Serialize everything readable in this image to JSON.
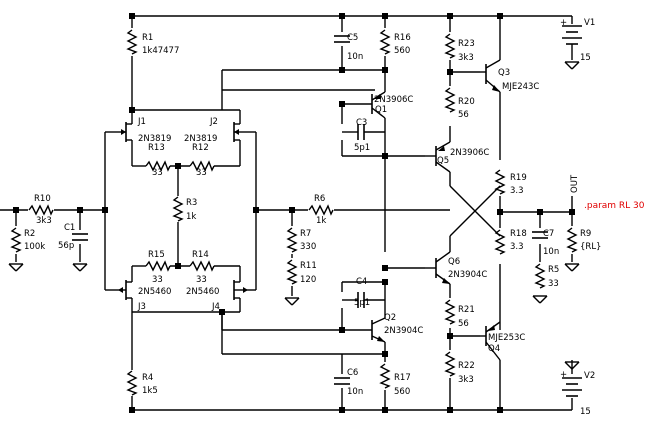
{
  "components": {
    "R1": {
      "ref": "R1",
      "value": "1k47477"
    },
    "R2": {
      "ref": "R2",
      "value": "100k"
    },
    "R3": {
      "ref": "R3",
      "value": "1k"
    },
    "R4": {
      "ref": "R4",
      "value": "1k5"
    },
    "R5": {
      "ref": "R5",
      "value": "33"
    },
    "R6": {
      "ref": "R6",
      "value": "1k"
    },
    "R7": {
      "ref": "R7",
      "value": "330"
    },
    "R9": {
      "ref": "R9",
      "value": "{RL}"
    },
    "R10": {
      "ref": "R10",
      "value": "3k3"
    },
    "R11": {
      "ref": "R11",
      "value": "120"
    },
    "R12": {
      "ref": "R12",
      "value": "33"
    },
    "R13": {
      "ref": "R13",
      "value": "33"
    },
    "R14": {
      "ref": "R14",
      "value": "33"
    },
    "R15": {
      "ref": "R15",
      "value": "33"
    },
    "R16": {
      "ref": "R16",
      "value": "560"
    },
    "R17": {
      "ref": "R17",
      "value": "560"
    },
    "R18": {
      "ref": "R18",
      "value": "3.3"
    },
    "R19": {
      "ref": "R19",
      "value": "3.3"
    },
    "R20": {
      "ref": "R20",
      "value": "56"
    },
    "R21": {
      "ref": "R21",
      "value": "56"
    },
    "R22": {
      "ref": "R22",
      "value": "3k3"
    },
    "R23": {
      "ref": "R23",
      "value": "3k3"
    },
    "C1": {
      "ref": "C1",
      "value": "56p"
    },
    "C3": {
      "ref": "C3",
      "value": "5p1"
    },
    "C4": {
      "ref": "C4",
      "value": "5p1"
    },
    "C5": {
      "ref": "C5",
      "value": "10n"
    },
    "C6": {
      "ref": "C6",
      "value": "10n"
    },
    "C7": {
      "ref": "C7",
      "value": "10n"
    },
    "J1": {
      "ref": "J1",
      "value": "2N3819"
    },
    "J2": {
      "ref": "J2",
      "value": "2N3819"
    },
    "J3": {
      "ref": "J3",
      "value": "2N5460"
    },
    "J4": {
      "ref": "J4",
      "value": "2N5460"
    },
    "Q1": {
      "ref": "Q1",
      "value": "2N3906C"
    },
    "Q2": {
      "ref": "Q2",
      "value": "2N3904C"
    },
    "Q3": {
      "ref": "Q3",
      "value": "MJE243C"
    },
    "Q4": {
      "ref": "Q4",
      "value": "MJE253C"
    },
    "Q5": {
      "ref": "Q5",
      "value": "2N3906C"
    },
    "Q6": {
      "ref": "Q6",
      "value": "2N3904C"
    },
    "V1": {
      "ref": "V1",
      "value": "15"
    },
    "V2": {
      "ref": "V2",
      "value": "15"
    }
  },
  "net_labels": {
    "out": "OUT"
  },
  "directives": {
    "param": ".param RL 30"
  }
}
